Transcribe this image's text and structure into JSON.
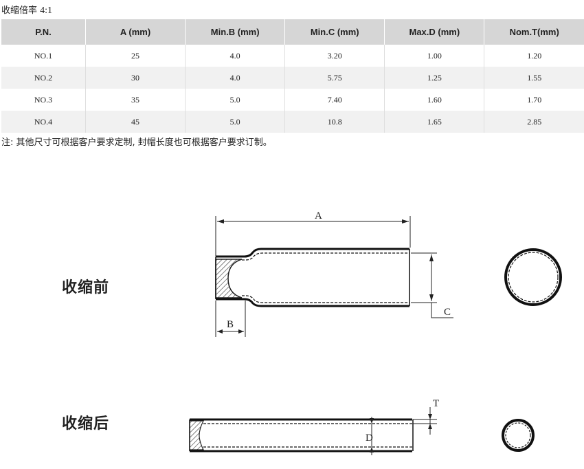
{
  "ratio": {
    "label": "收缩倍率",
    "value": "4:1"
  },
  "table": {
    "headers": [
      "P.N.",
      "A (mm)",
      "Min.B (mm)",
      "Min.C (mm)",
      "Max.D (mm)",
      "Nom.T(mm)"
    ],
    "rows": [
      [
        "NO.1",
        "25",
        "4.0",
        "3.20",
        "1.00",
        "1.20"
      ],
      [
        "NO.2",
        "30",
        "4.0",
        "5.75",
        "1.25",
        "1.55"
      ],
      [
        "NO.3",
        "35",
        "5.0",
        "7.40",
        "1.60",
        "1.70"
      ],
      [
        "NO.4",
        "45",
        "5.0",
        "10.8",
        "1.65",
        "2.85"
      ]
    ]
  },
  "note": "注: 其他尺寸可根据客户要求定制, 封帽长度也可根据客户要求订制。",
  "diagram": {
    "before_label": "收缩前",
    "after_label": "收缩后",
    "dim_labels": {
      "a": "A",
      "b": "B",
      "c": "C",
      "d": "D",
      "t": "T"
    }
  }
}
